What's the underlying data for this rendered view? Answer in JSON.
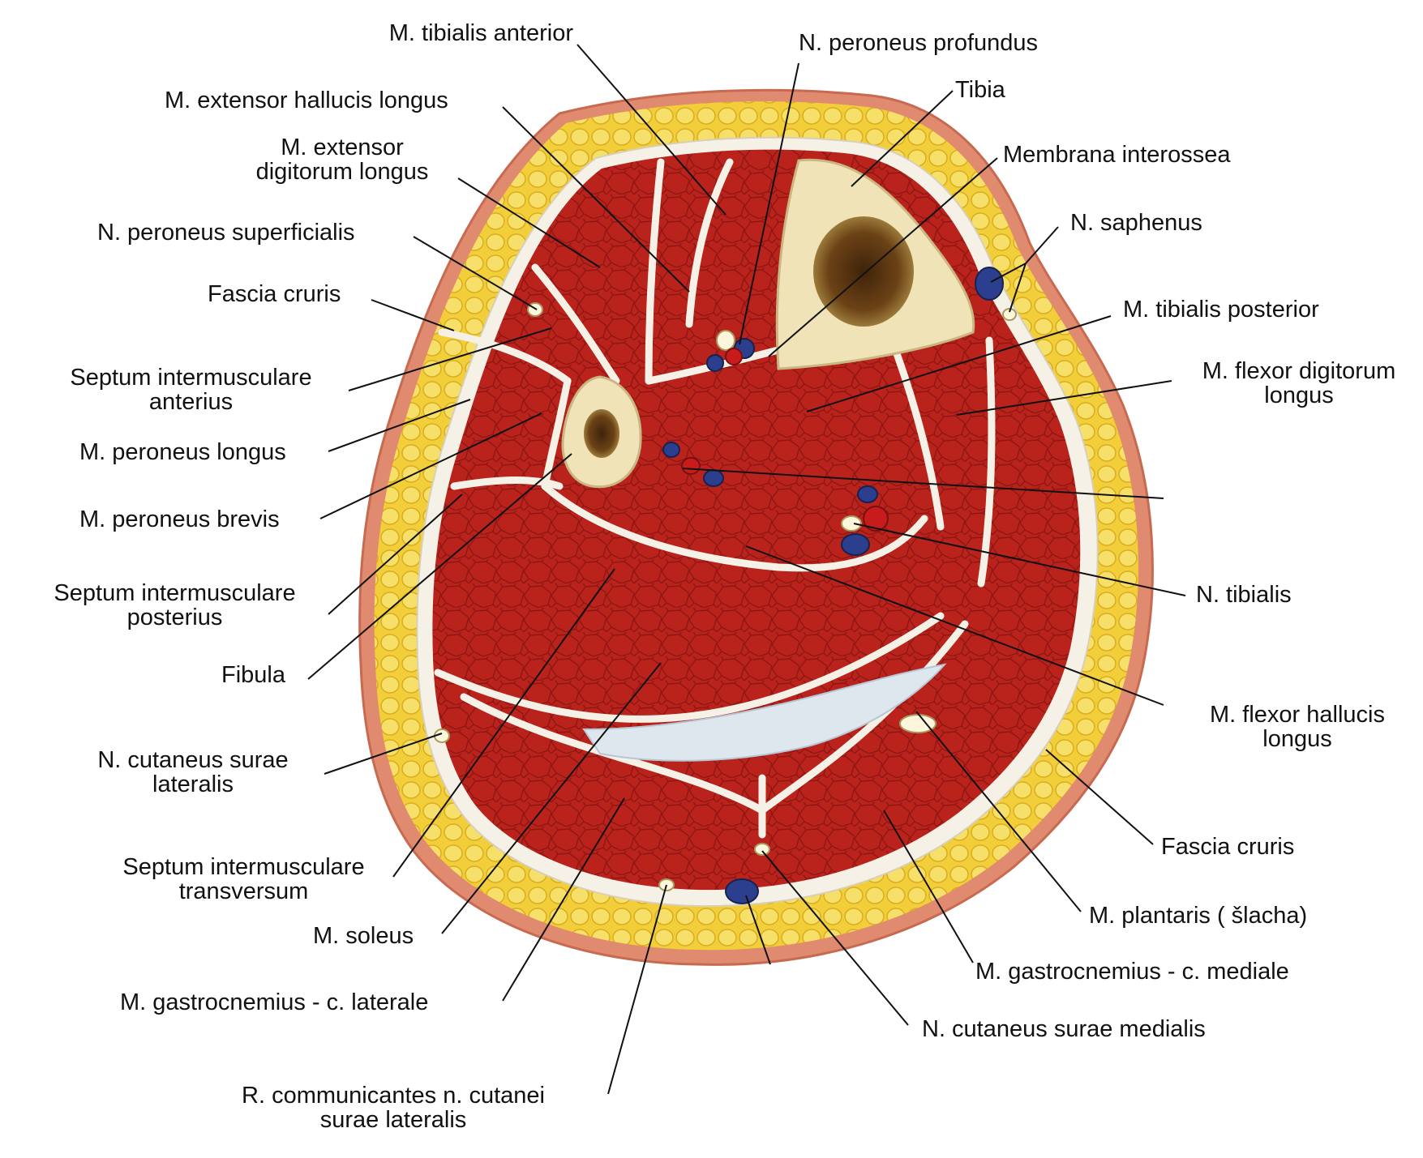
{
  "colors": {
    "skin": "#e08a6f",
    "fat": "#f2cf3a",
    "fat_cell": "#f7e06a",
    "fascia": "#f6f1e6",
    "muscle": "#b9231c",
    "muscle_dark": "#8e1612",
    "bone": "#efe3b7",
    "marrow": "#5a3512",
    "vein": "#2c3f8e",
    "artery": "#c81c1c",
    "nerve": "#fbf6dc",
    "tendon": "#dfe7ee",
    "leader": "#111111"
  },
  "labels": {
    "tibialis_anterior": "M. tibialis anterior",
    "peroneus_profundus": "N. peroneus profundus",
    "ext_hallucis": "M. extensor hallucis longus",
    "tibia": "Tibia",
    "ext_digitorum_1": "M. extensor",
    "ext_digitorum_2": "digitorum longus",
    "membrana": "Membrana interossea",
    "peroneus_superficialis": "N. peroneus superficialis",
    "saphenus": "N. saphenus",
    "fascia_left": "Fascia cruris",
    "tibialis_posterior": "M. tibialis posterior",
    "septum_ant_1": "Septum intermusculare",
    "septum_ant_2": "anterius",
    "flexor_dig_1": "M. flexor digitorum",
    "flexor_dig_2": "longus",
    "peroneus_longus": "M. peroneus longus",
    "peroneus_brevis": "M. peroneus brevis",
    "septum_post_1": "Septum intermusculare",
    "septum_post_2": "posterius",
    "tibialis_n": "N. tibialis",
    "fibula": "Fibula",
    "flexor_hall_1": "M. flexor hallucis",
    "flexor_hall_2": "longus",
    "cut_lat_1": "N. cutaneus surae",
    "cut_lat_2": "lateralis",
    "fascia_right": "Fascia cruris",
    "septum_trans_1": "Septum intermusculare",
    "septum_trans_2": "transversum",
    "plantaris": "M. plantaris   ( šlacha)",
    "soleus": "M. soleus",
    "gastro_med": "M. gastrocnemius - c. mediale",
    "gastro_lat": "M. gastrocnemius - c. laterale",
    "cut_med": "N. cutaneus surae medialis",
    "r_comm_1": "R. communicantes n. cutanei",
    "r_comm_2": "surae lateralis"
  }
}
